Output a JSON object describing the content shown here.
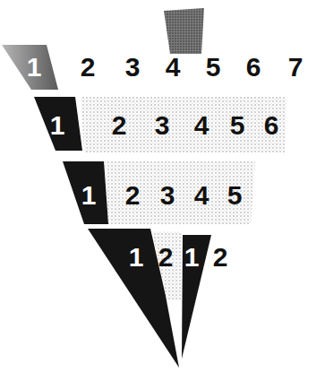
{
  "diagram": {
    "labels": [
      "1",
      "2",
      "3",
      "4",
      "5",
      "6",
      "7",
      "1",
      "2",
      "3",
      "4",
      "5",
      "6",
      "1",
      "2",
      "3",
      "4",
      "5",
      "1",
      "2",
      "1",
      "2"
    ]
  }
}
